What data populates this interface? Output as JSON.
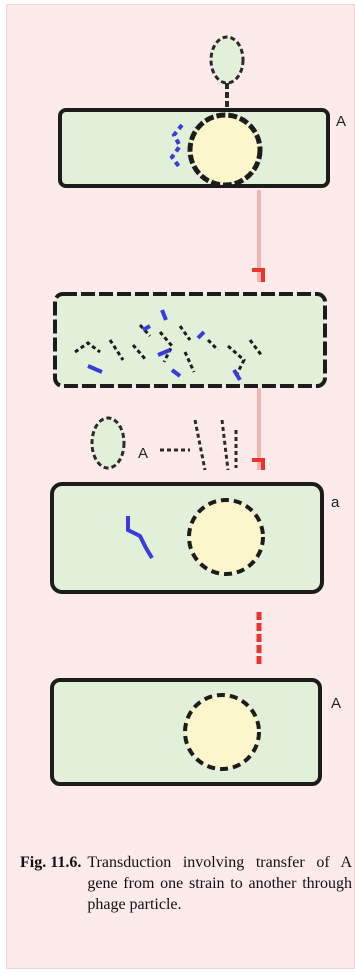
{
  "labels": {
    "cell1_gene": "A",
    "phage_gene": "A",
    "cell3_gene": "a",
    "cell4_gene": "A"
  },
  "caption": {
    "figure_number": "Fig. 11.6.",
    "text": "Transduction involving transfer of A gene from one strain to another through phage particle."
  },
  "colors": {
    "background": "#fdeaea",
    "cell_fill": "#e2f0da",
    "nucleoid_fill": "#fbf6cc",
    "arrow": "#e8362f",
    "dna": "#3b3bd9",
    "outline": "#1c1c1c"
  }
}
